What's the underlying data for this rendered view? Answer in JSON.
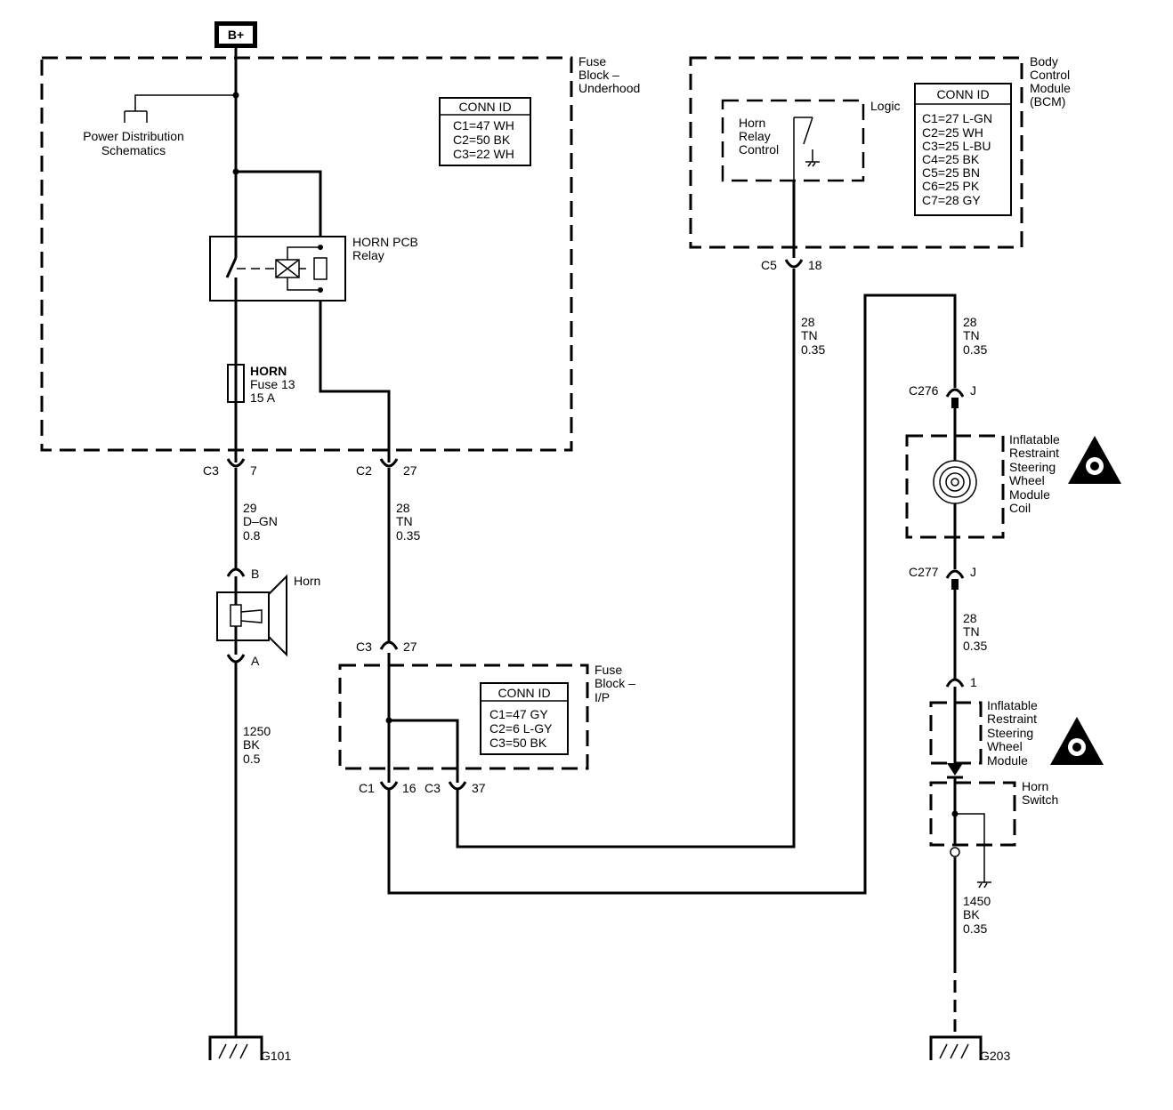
{
  "battery": "B+",
  "power_ref": [
    "Power Distribution",
    "Schematics"
  ],
  "fuse_underhood": {
    "label": [
      "Fuse",
      "Block –",
      "Underhood"
    ],
    "conn_title": "CONN ID",
    "conn": [
      "C1=47 WH",
      "C2=50 BK",
      "C3=22 WH"
    ],
    "relay": [
      "HORN PCB",
      "Relay"
    ],
    "fuse": [
      "HORN",
      "Fuse 13",
      "15 A"
    ]
  },
  "bcm": {
    "label": [
      "Body",
      "Control",
      "Module",
      "(BCM)"
    ],
    "logic": "Logic",
    "horn_relay_control": [
      "Horn",
      "Relay",
      "Control"
    ],
    "conn_title": "CONN ID",
    "conn": [
      "C1=27 L-GN",
      "C2=25 WH",
      "C3=25 L-BU",
      "C4=25 BK",
      "C5=25 BN",
      "C6=25 PK",
      "C7=28 GY"
    ]
  },
  "fuse_ip": {
    "label": [
      "Fuse",
      "Block –",
      "I/P"
    ],
    "conn_title": "CONN ID",
    "conn": [
      "C1=47 GY",
      "C2=6 L-GY",
      "C3=50 BK"
    ]
  },
  "connectors": {
    "c3_7": [
      "C3",
      "7"
    ],
    "c2_27": [
      "C2",
      "27"
    ],
    "c3_27": [
      "C3",
      "27"
    ],
    "c1_16": [
      "C1",
      "16"
    ],
    "c3_37": [
      "C3",
      "37"
    ],
    "c5_18": [
      "C5",
      "18"
    ],
    "c276": [
      "C276",
      "J"
    ],
    "c277": [
      "C277",
      "J"
    ],
    "pin1": "1",
    "horn_b": "B",
    "horn_a": "A"
  },
  "wires": {
    "w29": [
      "29",
      "D–GN",
      "0.8"
    ],
    "w28a": [
      "28",
      "TN",
      "0.35"
    ],
    "w28b": [
      "28",
      "TN",
      "0.35"
    ],
    "w28c": [
      "28",
      "TN",
      "0.35"
    ],
    "w28d": [
      "28",
      "TN",
      "0.35"
    ],
    "w1250": [
      "1250",
      "BK",
      "0.5"
    ],
    "w1450": [
      "1450",
      "BK",
      "0.35"
    ]
  },
  "components": {
    "horn": "Horn",
    "coil": [
      "Inflatable",
      "Restraint",
      "Steering",
      "Wheel",
      "Module",
      "Coil"
    ],
    "module": [
      "Inflatable",
      "Restraint",
      "Steering",
      "Wheel",
      "Module"
    ],
    "horn_switch": [
      "Horn",
      "Switch"
    ]
  },
  "grounds": {
    "g101": "G101",
    "g203": "G203"
  }
}
